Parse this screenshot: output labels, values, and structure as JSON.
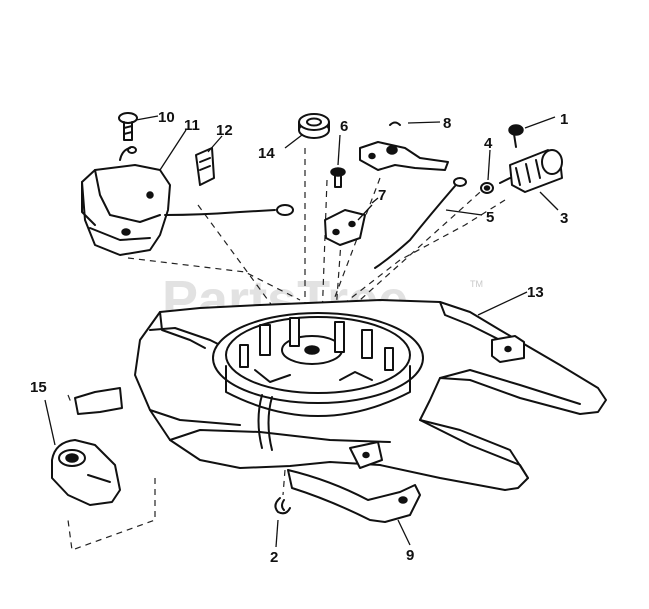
{
  "watermark": {
    "text": "PartsTree",
    "trademark": "TM"
  },
  "callouts": [
    "1",
    "2",
    "3",
    "4",
    "5",
    "6",
    "7",
    "8",
    "9",
    "10",
    "11",
    "12",
    "13",
    "14",
    "15"
  ]
}
